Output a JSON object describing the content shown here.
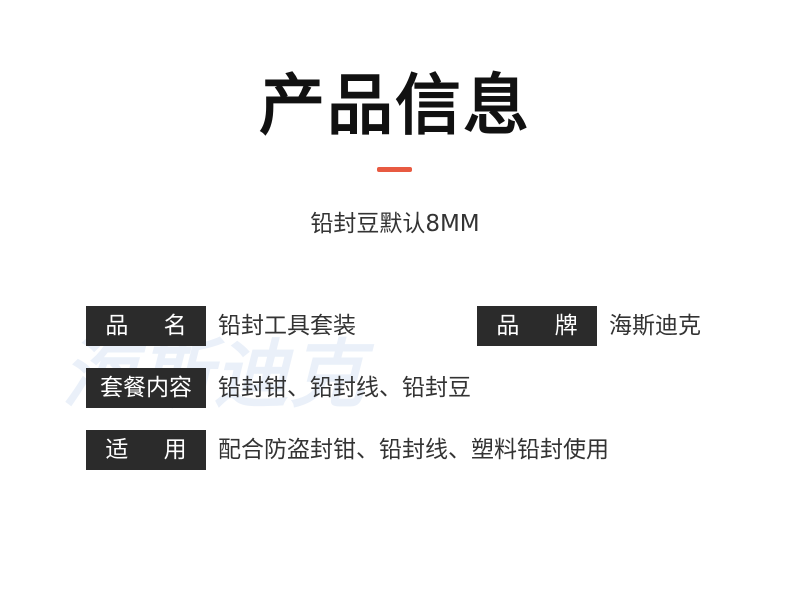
{
  "header": {
    "title": "产品信息",
    "subtitle": "铅封豆默认8MM",
    "accent_color": "#e85a41"
  },
  "watermark": {
    "text": "海斯迪克"
  },
  "specs": [
    {
      "label": "品 名",
      "value": "铅封工具套装"
    },
    {
      "label": "品 牌",
      "value": "海斯迪克"
    },
    {
      "label": "套餐内容",
      "value": "铅封钳、铅封线、铅封豆"
    },
    {
      "label": "适 用",
      "value": "配合防盗封钳、铅封线、塑料铅封使用"
    }
  ],
  "colors": {
    "label_bg": "#2b2b2b",
    "label_text": "#ffffff",
    "body_text": "#333333"
  }
}
